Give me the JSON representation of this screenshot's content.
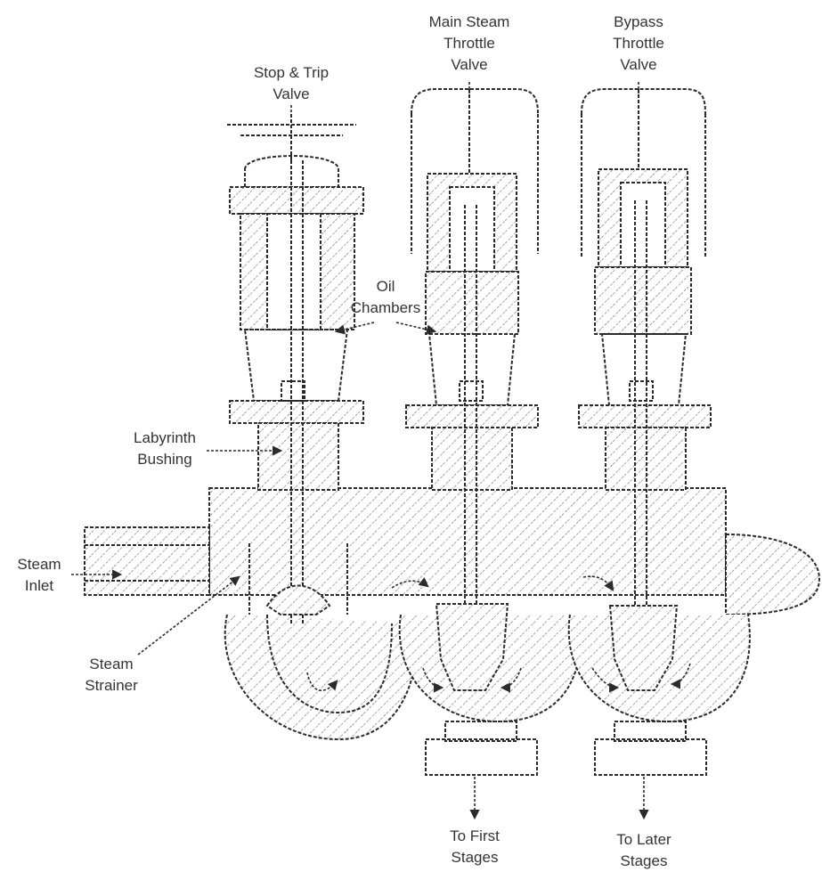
{
  "labels": {
    "stop_trip_valve": [
      "Stop & Trip",
      "Valve"
    ],
    "main_steam_throttle": [
      "Main Steam",
      "Throttle",
      "Valve"
    ],
    "bypass_throttle": [
      "Bypass",
      "Throttle",
      "Valve"
    ],
    "oil_chambers": [
      "Oil",
      "Chambers"
    ],
    "labyrinth_bushing": [
      "Labyrinth",
      "Bushing"
    ],
    "steam_inlet": [
      "Steam",
      "Inlet"
    ],
    "steam_strainer": [
      "Steam",
      "Strainer"
    ],
    "to_first_stages": [
      "To First",
      "Stages"
    ],
    "to_later_stages": [
      "To Later",
      "Stages"
    ]
  },
  "colors": {
    "line": "#2b2b2b",
    "hatch": "#555555",
    "text": "#333333"
  }
}
